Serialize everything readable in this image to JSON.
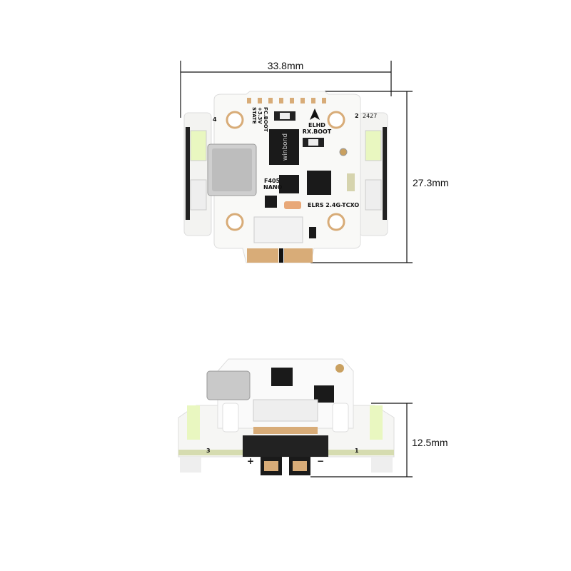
{
  "dimensions": {
    "width": "33.8mm",
    "length": "27.3mm",
    "height": "12.5mm"
  },
  "board_labels": {
    "fc_boot": "FC.BOOT",
    "v33": "+3.3V",
    "state": "STATE",
    "elhd": "ELHD",
    "rx_boot": "RX.BOOT",
    "mcu": "F405",
    "nano": "NANO",
    "rx": "ELRS 2.4G-TCXO",
    "flash_chip": "winbond",
    "pad_4": "4",
    "pad_2": "2",
    "pad_3": "3",
    "pad_1": "1",
    "side_code": "2427",
    "plus": "+",
    "minus": "−"
  },
  "colors": {
    "line": "#111111",
    "board": "#f7f7f5",
    "pad_gold": "#d8ac78",
    "led_green": "#e9f7c0",
    "chip": "#1a1a1a"
  }
}
